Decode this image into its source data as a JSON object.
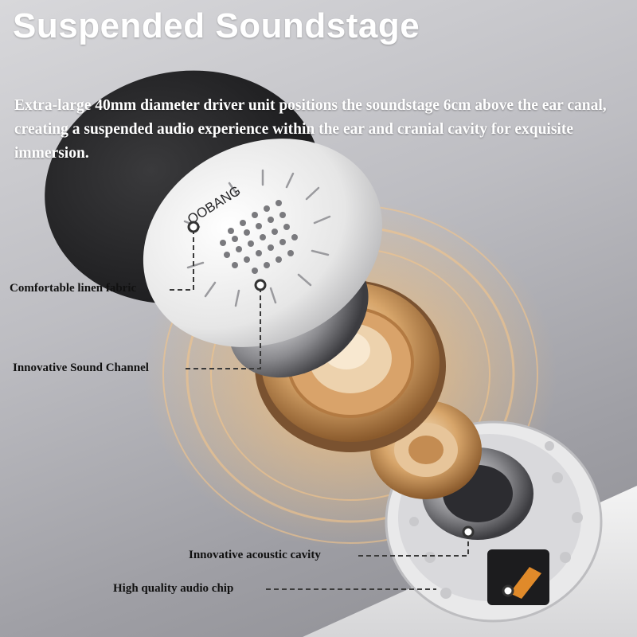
{
  "headline": "Suspended Soundstage",
  "description": "Extra-large 40mm diameter driver unit positions the soundstage 6cm above the ear canal, creating a suspended audio experience within the ear and cranial cavity for exquisite immersion.",
  "brand_logo_text": "OOBANG",
  "callouts": {
    "linen_fabric": "Comfortable linen fabric",
    "sound_channel": "Innovative Sound Channel",
    "acoustic_cavity": "Innovative acoustic cavity",
    "audio_chip": "High quality audio chip"
  },
  "colors": {
    "background": "#bdbdc2",
    "glow": "#f0b468",
    "driver_gold": "#d8a86a",
    "fabric": "#2a2a2c",
    "shell": "#f2f2f2"
  }
}
